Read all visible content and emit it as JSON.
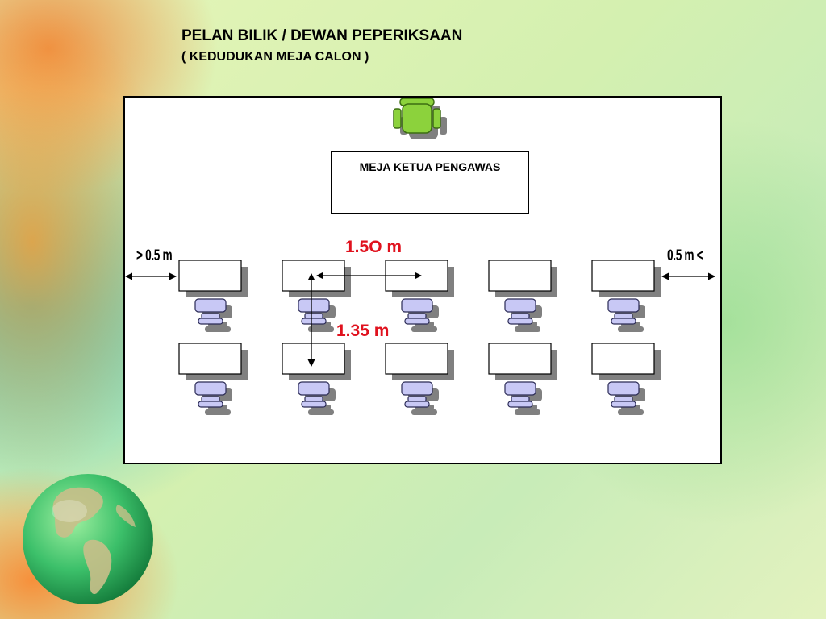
{
  "header": {
    "title": "PELAN BILIK / DEWAN PEPERIKSAAN",
    "subtitle": "( KEDUDUKAN MEJA CALON )"
  },
  "plan": {
    "supervisor_table_label": "MEJA KETUA PENGAWAS",
    "supervisor_chair_icon": "office-chair-icon",
    "candidate_chair_icon": "chair-icon",
    "rows": 2,
    "desks_per_row": 5,
    "dimensions": {
      "desk_gap_horizontal": "1.5O m",
      "desk_gap_vertical": "1.35 m",
      "wall_margin_left": "> 0.5 m",
      "wall_margin_right": "0.5 m <"
    },
    "colors": {
      "dimension_text": "#e0121e",
      "supervisor_chair": "#8cd23c",
      "candidate_chair": "#c8c8f5",
      "shadow": "#7f7f7f"
    }
  },
  "decor": {
    "globe_icon": "globe-icon"
  }
}
